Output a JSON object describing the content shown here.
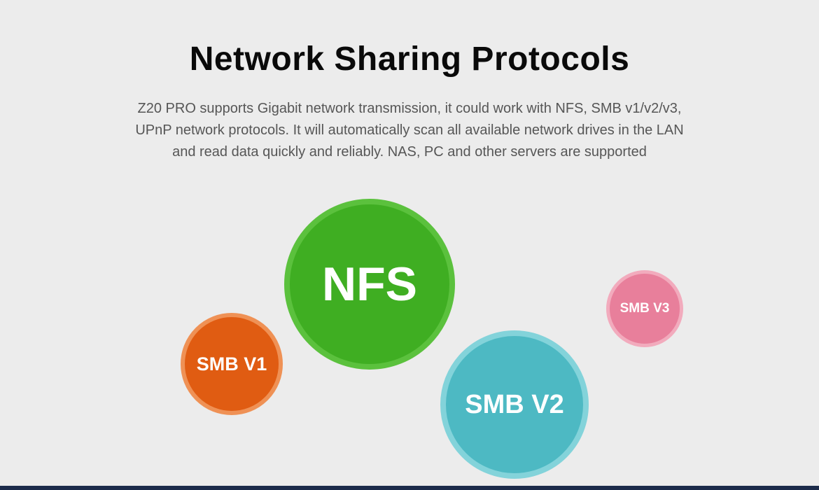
{
  "page": {
    "title": "Network Sharing Protocols",
    "description_lines": [
      "Z20 PRO supports Gigabit network transmission, it could work with NFS, SMB v1/v2/v3,",
      "UPnP network protocols. It will automatically scan all available network drives in the LAN",
      "and read data quickly and reliably. NAS, PC and other servers are supported"
    ]
  },
  "bubbles": [
    {
      "label": "NFS",
      "fill": "#3fae22",
      "border": "#5bc13d"
    },
    {
      "label": "SMB V1",
      "fill": "#e05c12",
      "border": "#ef9155"
    },
    {
      "label": "SMB V2",
      "fill": "#4db9c3",
      "border": "#83d3da"
    },
    {
      "label": "SMB V3",
      "fill": "#e87f9b",
      "border": "#f2abbd"
    }
  ],
  "colors": {
    "background": "#ececec",
    "title_text": "#0a0a0a",
    "body_text": "#565656",
    "bubble_text": "#ffffff",
    "bottom_bar": "#1c2b4a"
  }
}
